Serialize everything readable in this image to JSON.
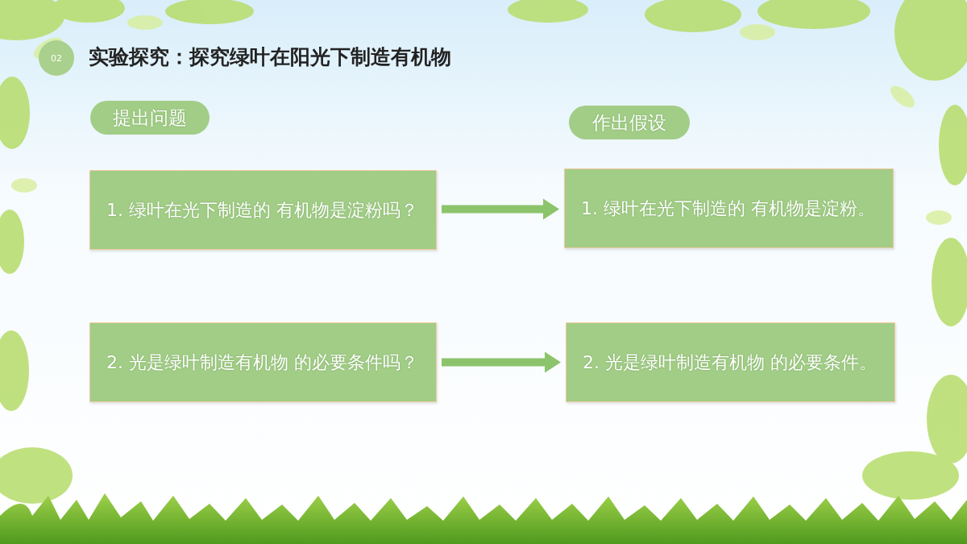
{
  "diagram": {
    "title": "实验探究：探究绿叶在阳光下制造有机物",
    "nodes": [
      {
        "text": [
          "02"
        ]
      },
      {
        "text": [
          "提出问题"
        ]
      },
      {
        "text": [
          "作出假设"
        ]
      },
      {
        "text": [
          "1. 绿叶在光下制造的 有机物是淀粉吗？"
        ]
      },
      {
        "text": [
          "1. 绿叶在光下制造的 有机物是淀粉。"
        ]
      },
      {
        "text": [
          "2. 光是绿叶制造有机物 的必要条件吗？"
        ]
      },
      {
        "text": [
          "2. 光是绿叶制造有机物 的必要条件。"
        ]
      }
    ],
    "edges": [
      {
        "from": 3,
        "to": 4,
        "arrow": "to"
      },
      {
        "from": 5,
        "to": 6,
        "arrow": "to"
      }
    ]
  }
}
